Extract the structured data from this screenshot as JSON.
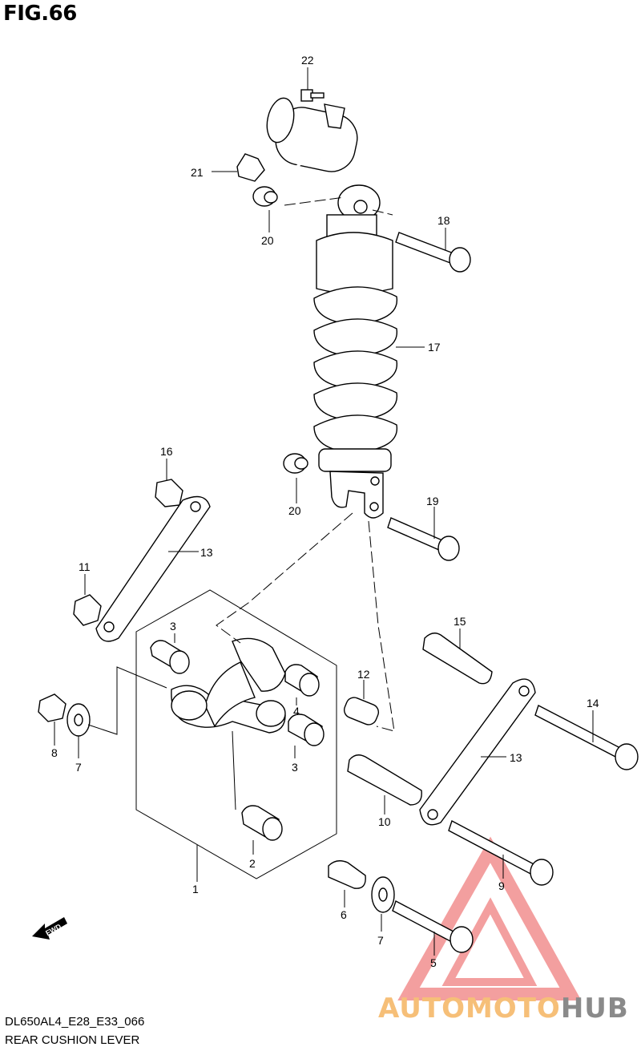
{
  "figure_title": "FIG.66",
  "model_code": "DL650AL4_E28_E33_066",
  "section_name": "REAR CUSHION LEVER",
  "watermark": {
    "part1": "AUTOMOTO",
    "part2": "HUB",
    "color_primary": "#f6bf78",
    "color_secondary": "#8a8a8a",
    "logo_color": "#f08080"
  },
  "direction_label": "FWD",
  "callouts": {
    "c1": "1",
    "c2": "2",
    "c3a": "3",
    "c3b": "3",
    "c4": "4",
    "c5": "5",
    "c6": "6",
    "c7a": "7",
    "c7b": "7",
    "c8": "8",
    "c9": "9",
    "c10": "10",
    "c11": "11",
    "c12": "12",
    "c13a": "13",
    "c13b": "13",
    "c14": "14",
    "c15": "15",
    "c16": "16",
    "c17": "17",
    "c18": "18",
    "c19": "19",
    "c20a": "20",
    "c20b": "20",
    "c21": "21",
    "c22": "22"
  }
}
